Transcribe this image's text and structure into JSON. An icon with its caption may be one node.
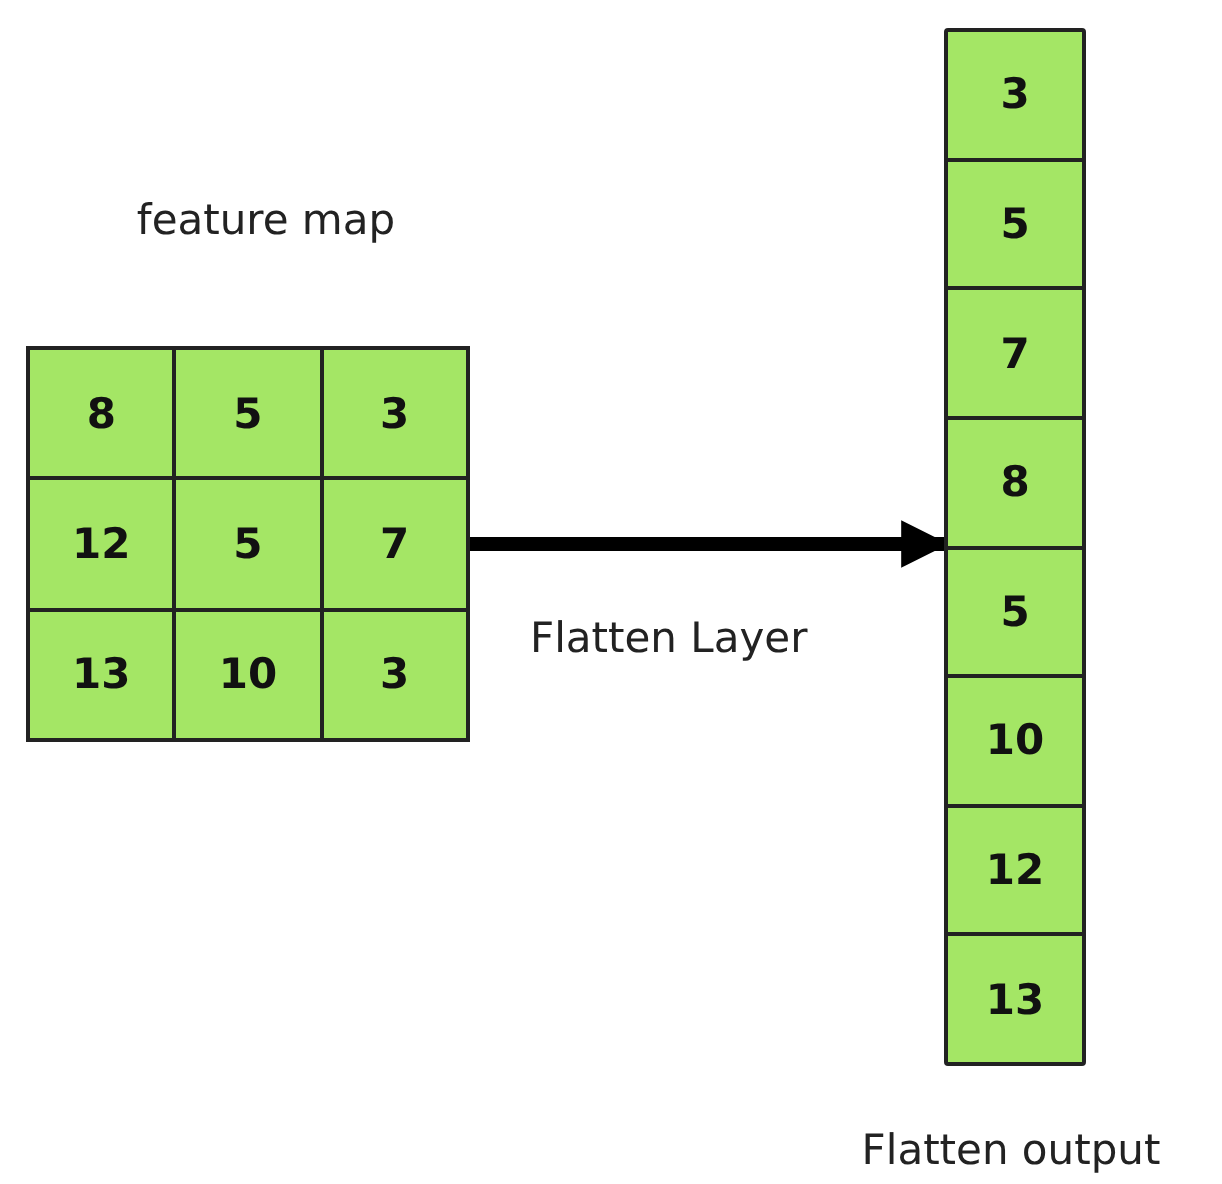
{
  "diagram": {
    "nodes": [
      {
        "text": [],
        "shape": "box",
        "beside": [
          "feature map"
        ]
      },
      {
        "text": [
          "8"
        ],
        "in": 0
      },
      {
        "text": [
          "5"
        ],
        "in": 0
      },
      {
        "text": [
          "3"
        ],
        "in": 0
      },
      {
        "text": [
          "12"
        ],
        "in": 0
      },
      {
        "text": [
          "5"
        ],
        "in": 0
      },
      {
        "text": [
          "7"
        ],
        "in": 0
      },
      {
        "text": [
          "13"
        ],
        "in": 0
      },
      {
        "text": [
          "10"
        ],
        "in": 0
      },
      {
        "text": [
          "3"
        ],
        "in": 0
      },
      {
        "text": [],
        "shape": "bar",
        "beside": [
          "Flatten output"
        ]
      },
      {
        "text": [
          "3"
        ],
        "in": 10
      },
      {
        "text": [
          "5"
        ],
        "in": 10
      },
      {
        "text": [
          "7"
        ],
        "in": 10
      },
      {
        "text": [
          "8"
        ],
        "in": 10
      },
      {
        "text": [
          "5"
        ],
        "in": 10
      },
      {
        "text": [
          "10"
        ],
        "in": 10
      },
      {
        "text": [
          "12"
        ],
        "in": 10
      },
      {
        "text": [
          "13"
        ],
        "in": 10
      }
    ],
    "edges": [
      {
        "from": 0,
        "to": 10,
        "arrow": "to",
        "label": "Flatten Layer"
      }
    ]
  }
}
